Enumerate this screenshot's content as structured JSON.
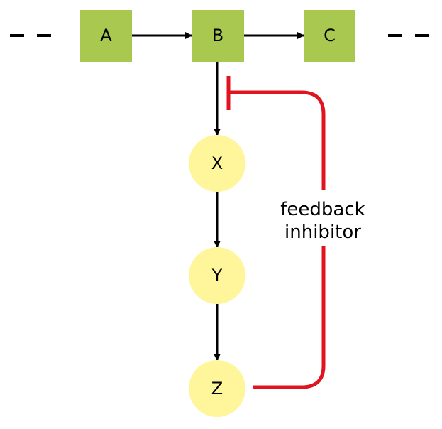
{
  "colors": {
    "box_fill": "#a8c850",
    "circle_fill": "#fff59a",
    "arrow": "#000000",
    "inhibitor": "#e0141e"
  },
  "nodes": {
    "a": "A",
    "b": "B",
    "c": "C",
    "x": "X",
    "y": "Y",
    "z": "Z"
  },
  "feedback": {
    "line1": "feedback",
    "line2": "inhibitor"
  }
}
